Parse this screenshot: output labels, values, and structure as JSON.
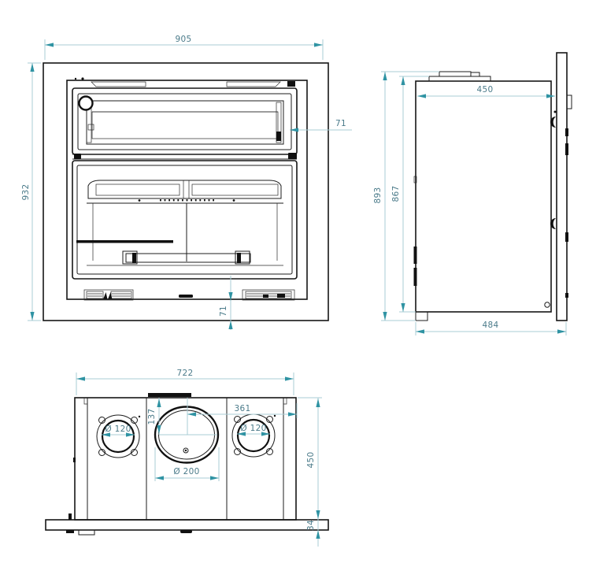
{
  "colors": {
    "line": "#161616",
    "dimension_line": "#a8ccd4",
    "dimension_accent": "#2f93a3",
    "dimension_text": "#4b7b8a",
    "background": "#ffffff"
  },
  "front": {
    "width": "905",
    "height": "932",
    "duct_offset": "71",
    "base_gap": "71"
  },
  "side": {
    "depth": "450",
    "height_total": "893",
    "height_body": "867",
    "base_depth": "484"
  },
  "top": {
    "width": "722",
    "center_to_edge": "361",
    "flue_center_offset": "137",
    "left_duct_dia": "Ø 120",
    "right_duct_dia": "Ø 120",
    "flue_dia": "Ø 200",
    "depth": "450",
    "base_thickness": "34"
  }
}
